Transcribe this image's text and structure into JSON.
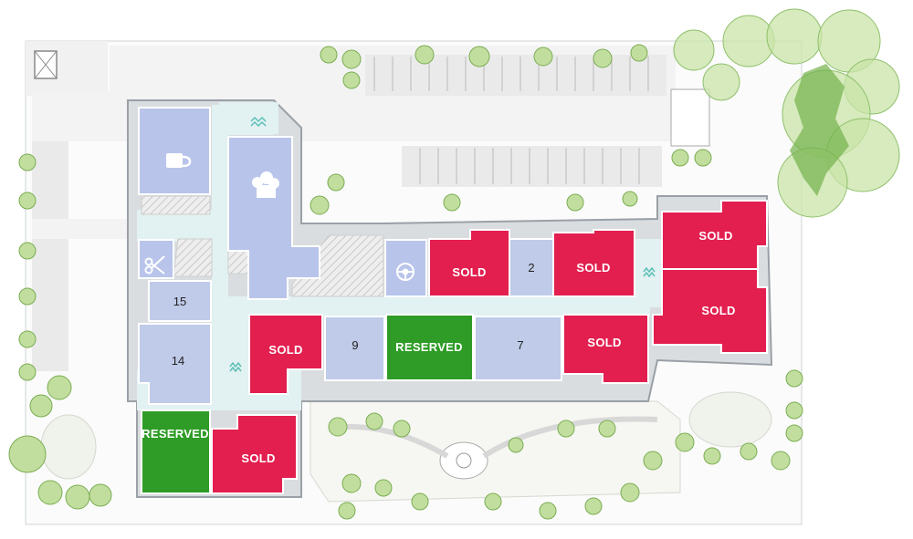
{
  "colors": {
    "sold": "#e21f4f",
    "reserved": "#2e9c26",
    "available": "#bfcbe8",
    "amenity": "#b8c4ea",
    "corridor": "#e2f1f1",
    "tree_light": "#c9e4a8",
    "tree_dark": "#74b24b",
    "path": "#eeeeee",
    "outline": "#9aa0a6"
  },
  "units": [
    {
      "id": "unit-sold-a",
      "status": "sold",
      "label": "SOLD"
    },
    {
      "id": "unit-2",
      "status": "available",
      "label": "2"
    },
    {
      "id": "unit-sold-b",
      "status": "sold",
      "label": "SOLD"
    },
    {
      "id": "unit-sold-c",
      "status": "sold",
      "label": "SOLD"
    },
    {
      "id": "unit-sold-d",
      "status": "sold",
      "label": "SOLD"
    },
    {
      "id": "unit-15",
      "status": "available",
      "label": "15"
    },
    {
      "id": "unit-14",
      "status": "available",
      "label": "14"
    },
    {
      "id": "unit-sold-e",
      "status": "sold",
      "label": "SOLD"
    },
    {
      "id": "unit-9",
      "status": "available",
      "label": "9"
    },
    {
      "id": "unit-reserved-a",
      "status": "reserved",
      "label": "RESERVED"
    },
    {
      "id": "unit-7",
      "status": "available",
      "label": "7"
    },
    {
      "id": "unit-sold-f",
      "status": "sold",
      "label": "SOLD"
    },
    {
      "id": "unit-reserved-b",
      "status": "reserved",
      "label": "RESERVED"
    },
    {
      "id": "unit-sold-g",
      "status": "sold",
      "label": "SOLD"
    }
  ],
  "amenity_icons": [
    "cafe-cup-icon",
    "chef-hat-icon",
    "scissors-icon",
    "steering-wheel-icon",
    "water-wave-icon"
  ]
}
